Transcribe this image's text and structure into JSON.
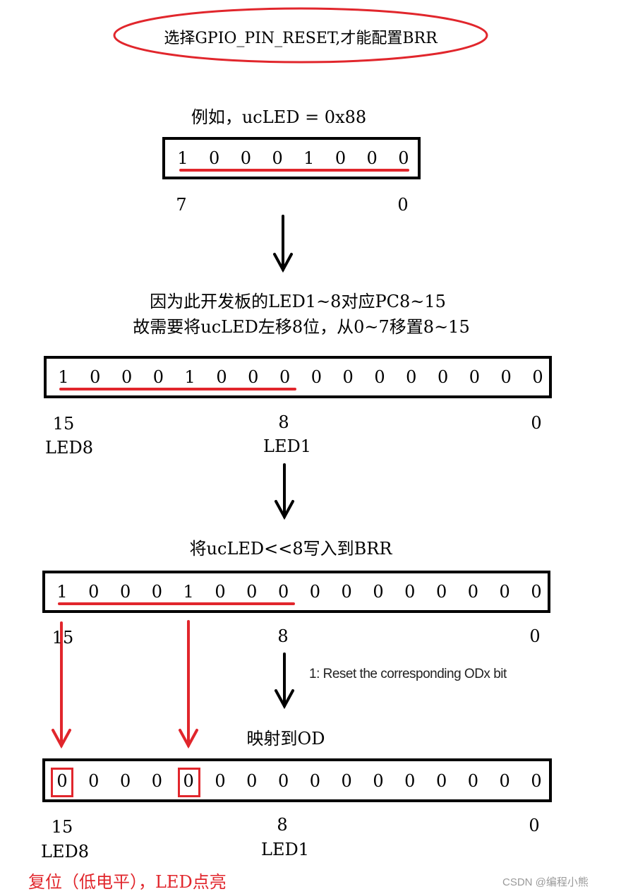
{
  "title": "选择GPIO_PIN_RESET,才能配置BRR",
  "example": "例如，ucLED = 0x88",
  "box1": {
    "bits": [
      "1",
      "0",
      "0",
      "0",
      "1",
      "0",
      "0",
      "0"
    ],
    "msb_label": "7",
    "lsb_label": "0"
  },
  "explain": {
    "line1": "因为此开发板的LED1~8对应PC8~15",
    "line2": "故需要将ucLED左移8位，从0~7移置8~15"
  },
  "box2": {
    "bits": [
      "1",
      "0",
      "0",
      "0",
      "1",
      "0",
      "0",
      "0",
      "0",
      "0",
      "0",
      "0",
      "0",
      "0",
      "0",
      "0"
    ],
    "labels": {
      "bit15": "15",
      "bit15_name": "LED8",
      "bit8": "8",
      "bit8_name": "LED1",
      "bit0": "0"
    }
  },
  "write_caption": "将ucLED<<8写入到BRR",
  "box3": {
    "bits": [
      "1",
      "0",
      "0",
      "0",
      "1",
      "0",
      "0",
      "0",
      "0",
      "0",
      "0",
      "0",
      "0",
      "0",
      "0",
      "0"
    ],
    "labels": {
      "bit15": "15",
      "bit8": "8",
      "bit0": "0"
    }
  },
  "reset_note": "1: Reset the corresponding ODx bit",
  "map_caption": "映射到OD",
  "box4": {
    "bits": [
      "0",
      "0",
      "0",
      "0",
      "0",
      "0",
      "0",
      "0",
      "0",
      "0",
      "0",
      "0",
      "0",
      "0",
      "0",
      "0"
    ],
    "labels": {
      "bit15": "15",
      "bit15_name": "LED8",
      "bit8": "8",
      "bit8_name": "LED1",
      "bit0": "0"
    }
  },
  "result": "复位（低电平），LED点亮",
  "watermark": "CSDN @编程小熊",
  "colors": {
    "accent": "#e1262c",
    "border": "#000000"
  }
}
